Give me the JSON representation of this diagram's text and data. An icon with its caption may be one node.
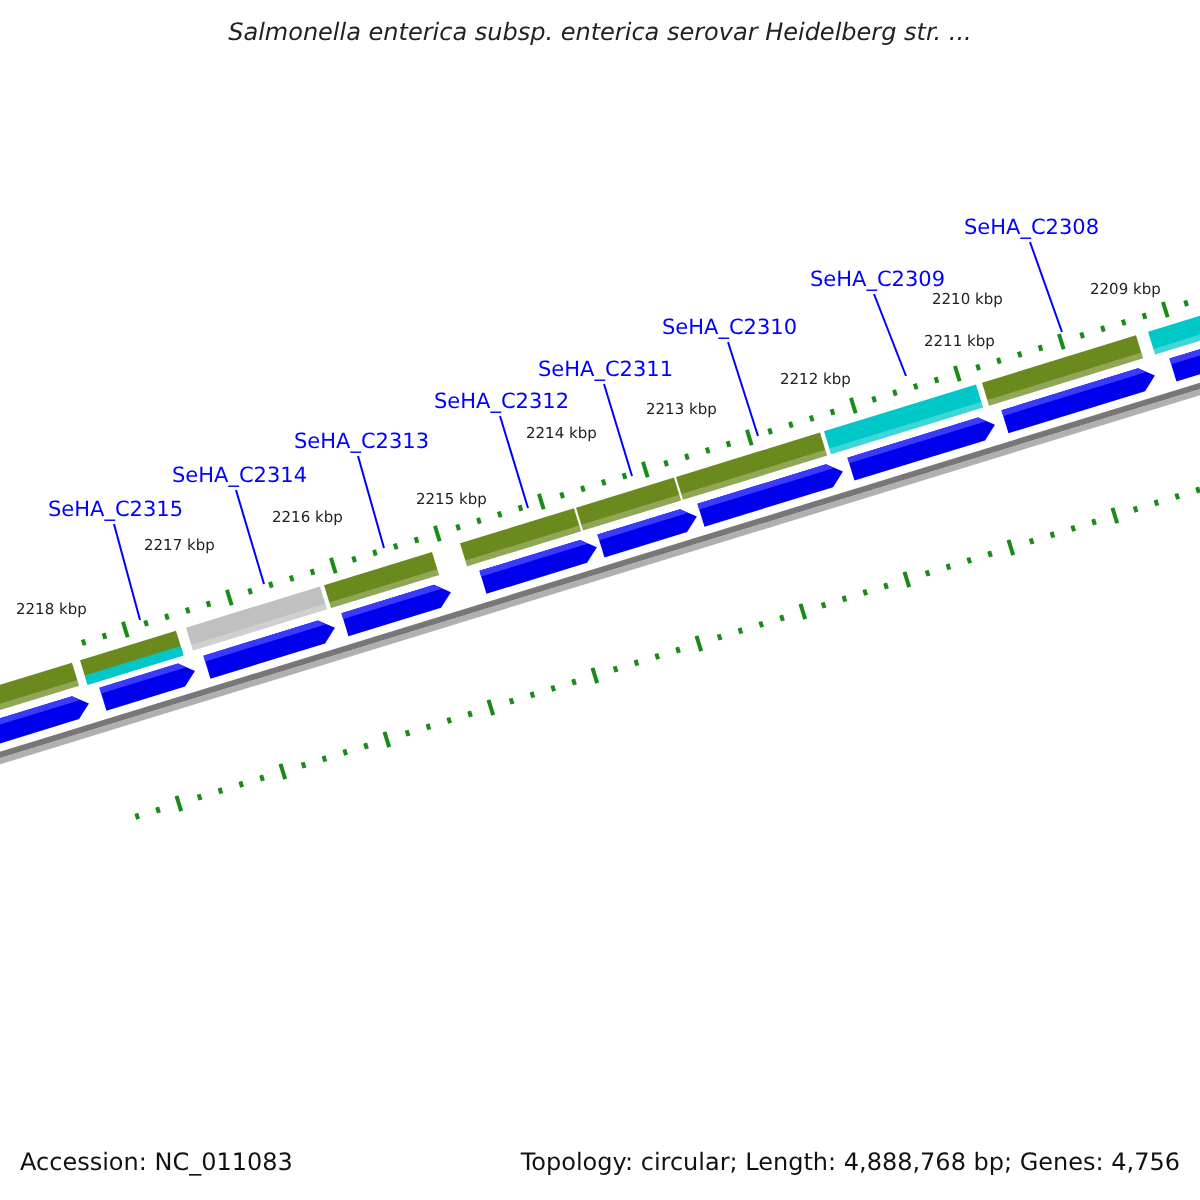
{
  "diagram": {
    "title": "Salmonella enterica subsp. enterica serovar Heidelberg str. ...",
    "nodes": [
      {
        "text": [
          "SeHA_C2315"
        ]
      },
      {
        "text": [
          "SeHA_C2314"
        ]
      },
      {
        "text": [
          "SeHA_C2313"
        ]
      },
      {
        "text": [
          "SeHA_C2312"
        ]
      },
      {
        "text": [
          "SeHA_C2311"
        ]
      },
      {
        "text": [
          "SeHA_C2310"
        ]
      },
      {
        "text": [
          "SeHA_C2309"
        ]
      },
      {
        "text": [
          "SeHA_C2308"
        ]
      }
    ],
    "edges": [
      {
        "from": 0,
        "to": null,
        "arrow": "none"
      },
      {
        "from": 1,
        "to": null,
        "arrow": "none"
      },
      {
        "from": 2,
        "to": null,
        "arrow": "none"
      },
      {
        "from": 3,
        "to": null,
        "arrow": "none"
      },
      {
        "from": 4,
        "to": null,
        "arrow": "none"
      },
      {
        "from": 5,
        "to": null,
        "arrow": "none"
      },
      {
        "from": 6,
        "to": null,
        "arrow": "none"
      },
      {
        "from": 7,
        "to": null,
        "arrow": "none"
      }
    ],
    "labels": [
      "2218 kbp",
      "2217 kbp",
      "2216 kbp",
      "2215 kbp",
      "2214 kbp",
      "2213 kbp",
      "2212 kbp",
      "2211 kbp",
      "2210 kbp",
      "2209 kbp",
      "Accession: NC_011083",
      "Topology: circular; Length: 4,888,768 bp; Genes: 4,756"
    ]
  }
}
